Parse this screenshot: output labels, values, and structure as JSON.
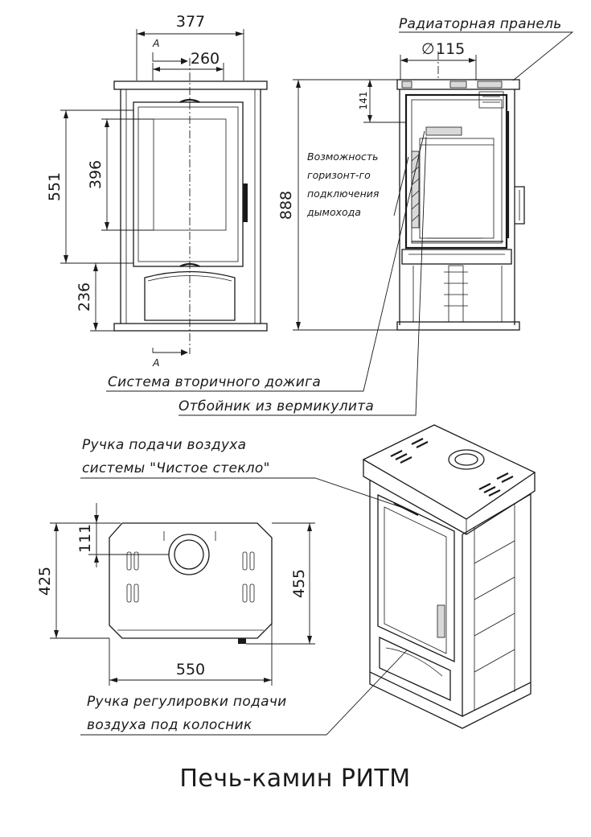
{
  "title": "Печь-камин РИТМ",
  "dimensions": {
    "width_total": "377",
    "width_top": "260",
    "flue_diameter": "115",
    "diameter_symbol": "∅",
    "height_door": "551",
    "height_glass": "396",
    "height_bottom": "236",
    "height_total": "888",
    "top_offset": "141",
    "depth_plan": "425",
    "depth_total": "455",
    "width_plan": "550",
    "flue_offset": "111"
  },
  "section_mark": "A",
  "labels": {
    "radiator_panel": "Радиаторная пранель",
    "horizontal_connection": [
      "Возможность",
      "горизонт-го",
      "подключения",
      "дымохода"
    ],
    "secondary_burning": "Система вторичного дожига",
    "vermiculite": "Отбойник из вермикулита",
    "air_handle": [
      "Ручка подачи воздуха",
      "системы \"Чистое стекло\""
    ],
    "grate_handle": [
      "Ручка регулировки подачи",
      "воздуха под колосник"
    ]
  }
}
